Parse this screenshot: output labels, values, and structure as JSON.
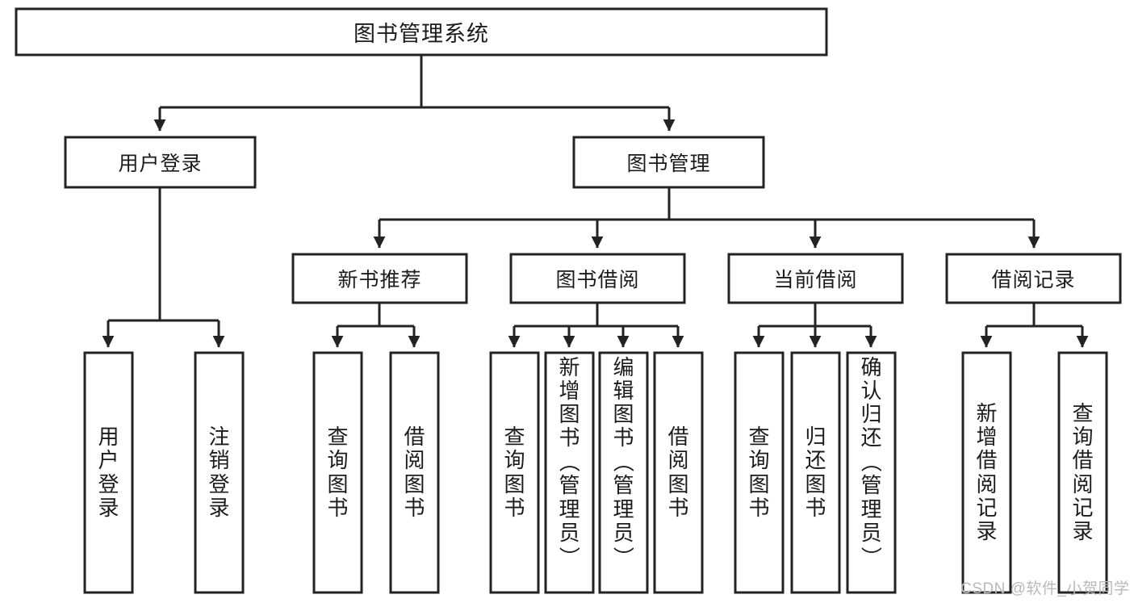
{
  "diagram": {
    "title": "图书管理系统",
    "type": "tree-hierarchy",
    "colors": {
      "stroke": "#232323",
      "fill": "#ffffff",
      "text": "#1b1b1b",
      "watermark": "#b9b9b9",
      "background": "#ffffff"
    },
    "levels": {
      "root": {
        "label": "图书管理系统"
      },
      "level1": [
        {
          "id": "user-login",
          "label": "用户登录"
        },
        {
          "id": "book-manage",
          "label": "图书管理"
        }
      ],
      "level2": [
        {
          "id": "new-book-recommend",
          "label": "新书推荐",
          "parent": "book-manage"
        },
        {
          "id": "book-borrow",
          "label": "图书借阅",
          "parent": "book-manage"
        },
        {
          "id": "current-borrow",
          "label": "当前借阅",
          "parent": "book-manage"
        },
        {
          "id": "borrow-record",
          "label": "借阅记录",
          "parent": "book-manage"
        }
      ],
      "leaves": [
        {
          "id": "leaf-user-login",
          "parent": "user-login",
          "label": "用户登录"
        },
        {
          "id": "leaf-logout-login",
          "parent": "user-login",
          "label": "注销登录"
        },
        {
          "id": "leaf-query-book-1",
          "parent": "new-book-recommend",
          "label": "查询图书"
        },
        {
          "id": "leaf-borrow-book-1",
          "parent": "new-book-recommend",
          "label": "借阅图书"
        },
        {
          "id": "leaf-query-book-2",
          "parent": "book-borrow",
          "label": "查询图书"
        },
        {
          "id": "leaf-add-book-admin",
          "parent": "book-borrow",
          "label": "新增图书（管理员）"
        },
        {
          "id": "leaf-edit-book-admin",
          "parent": "book-borrow",
          "label": "编辑图书（管理员）"
        },
        {
          "id": "leaf-borrow-book-2",
          "parent": "book-borrow",
          "label": "借阅图书"
        },
        {
          "id": "leaf-query-book-3",
          "parent": "current-borrow",
          "label": "查询图书"
        },
        {
          "id": "leaf-return-book",
          "parent": "current-borrow",
          "label": "归还图书"
        },
        {
          "id": "leaf-confirm-return-admin",
          "parent": "current-borrow",
          "label": "确认归还（管理员）"
        },
        {
          "id": "leaf-add-borrow-record",
          "parent": "borrow-record",
          "label": "新增借阅记录"
        },
        {
          "id": "leaf-query-borrow-record",
          "parent": "borrow-record",
          "label": "查询借阅记录"
        }
      ]
    }
  },
  "watermark": {
    "text": "CSDN @软件_小贺同学"
  }
}
